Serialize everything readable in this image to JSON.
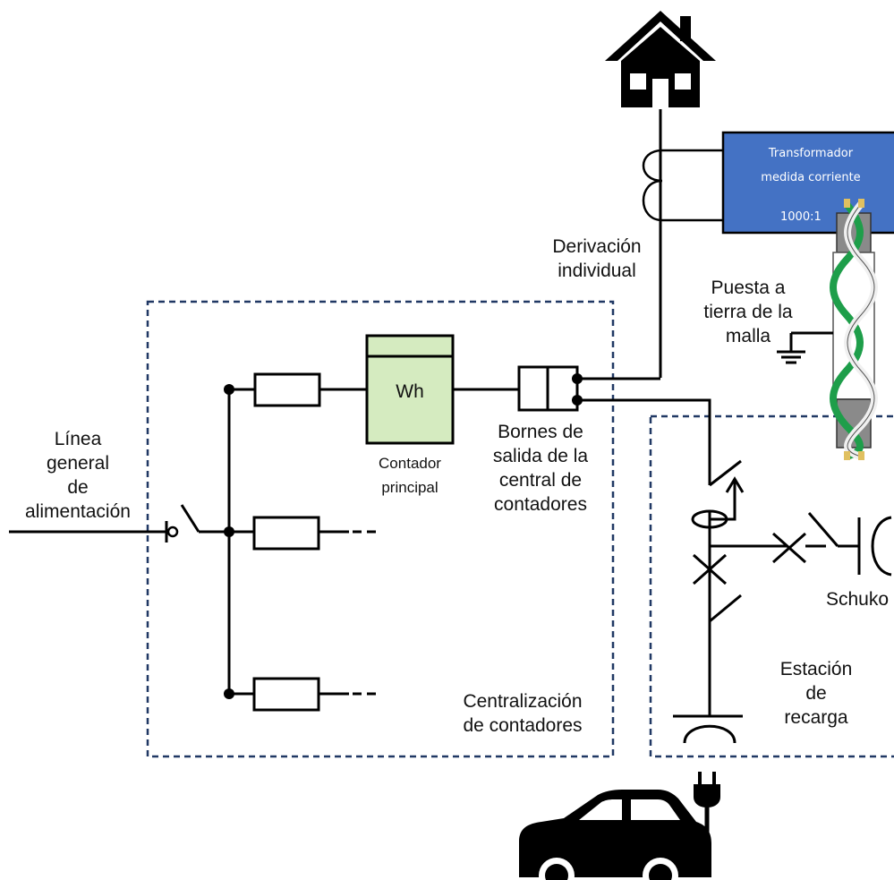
{
  "labels": {
    "linea_line1": "Línea",
    "linea_line2": "general",
    "linea_line3": "de",
    "linea_line4": "alimentación",
    "meter_symbol": "Wh",
    "contador_line1": "Contador",
    "contador_line2": "principal",
    "bornes_line1": "Bornes de",
    "bornes_line2": "salida de la",
    "bornes_line3": "central de",
    "bornes_line4": "contadores",
    "derivacion_line1": "Derivación",
    "derivacion_line2": "individual",
    "transformer_line1": "Transformador",
    "transformer_line2": "medida corriente",
    "transformer_ratio": "1000:1",
    "puesta_line1": "Puesta a",
    "puesta_line2": "tierra de la",
    "puesta_line3": "malla",
    "schuko": "Schuko",
    "estacion_line1": "Estación",
    "estacion_line2": "de",
    "estacion_line3": "recarga",
    "centralizacion_line1": "Centralización",
    "centralizacion_line2": "de contadores"
  },
  "icons": {
    "house": "house-icon",
    "car": "car-icon",
    "plug": "plug-icon"
  },
  "colors": {
    "transformer_fill": "#4472C4",
    "meter_fill": "#D5EBC0",
    "region_border": "#203864",
    "cable_green": "#1E9E4A"
  }
}
